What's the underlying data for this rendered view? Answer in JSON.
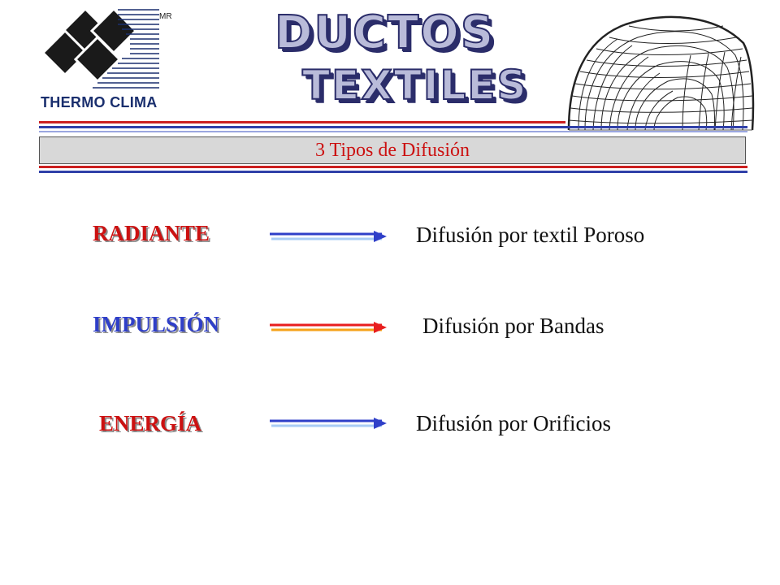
{
  "logo": {
    "brand_name": "THERMO CLIMA",
    "registered_mark": "MR",
    "color": "#1a2f6e"
  },
  "title": {
    "line1": "DUCTOS",
    "line2": "TEXTILES"
  },
  "subtitle": "3 Tipos de Difusión",
  "rows": [
    {
      "label": "RADIANTE",
      "label_color": "#cc1111",
      "description": "Difusión por textil Poroso",
      "arrow_colors": [
        "#2f3fc8",
        "#a9ccf5"
      ]
    },
    {
      "label": "IMPULSIÓN",
      "label_color": "#2f3fc8",
      "description": "Difusión por Bandas",
      "arrow_colors": [
        "#e81e1e",
        "#f5a21a"
      ]
    },
    {
      "label": "ENERGÍA",
      "label_color": "#cc1111",
      "description": "Difusión por Orificios",
      "arrow_colors": [
        "#2f3fc8",
        "#a9ccf5"
      ]
    }
  ],
  "colors": {
    "stripe_red": "#cc2020",
    "stripe_blue": "#3040a8",
    "stripe_light": "#9aa6e0"
  },
  "graphic": {
    "name": "duct-wireframe-illustration"
  }
}
